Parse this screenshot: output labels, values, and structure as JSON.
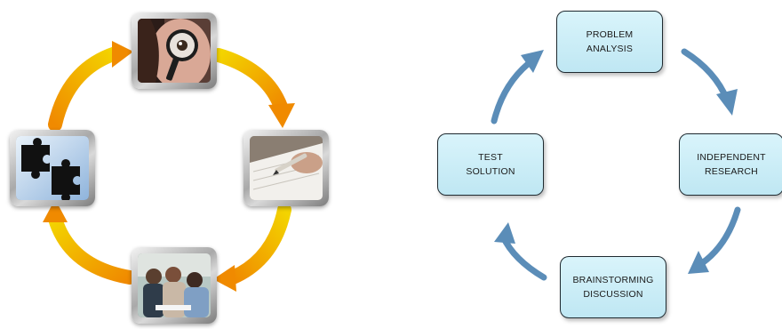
{
  "left_cycle": {
    "images": [
      {
        "icon": "magnifier-eye-photo"
      },
      {
        "icon": "pen-writing-photo"
      },
      {
        "icon": "group-discussion-photo"
      },
      {
        "icon": "puzzle-pieces-photo"
      }
    ],
    "arrow_color": "#f5a300"
  },
  "right_cycle": {
    "steps": [
      {
        "label": "PROBLEM\nANALYSIS"
      },
      {
        "label": "INDEPENDENT\nRESEARCH"
      },
      {
        "label": "BRAINSTORMING\nDISCUSSION"
      },
      {
        "label": "TEST\nSOLUTION"
      }
    ],
    "box_color": "#ccedf7",
    "arrow_color": "#5b8db8"
  }
}
